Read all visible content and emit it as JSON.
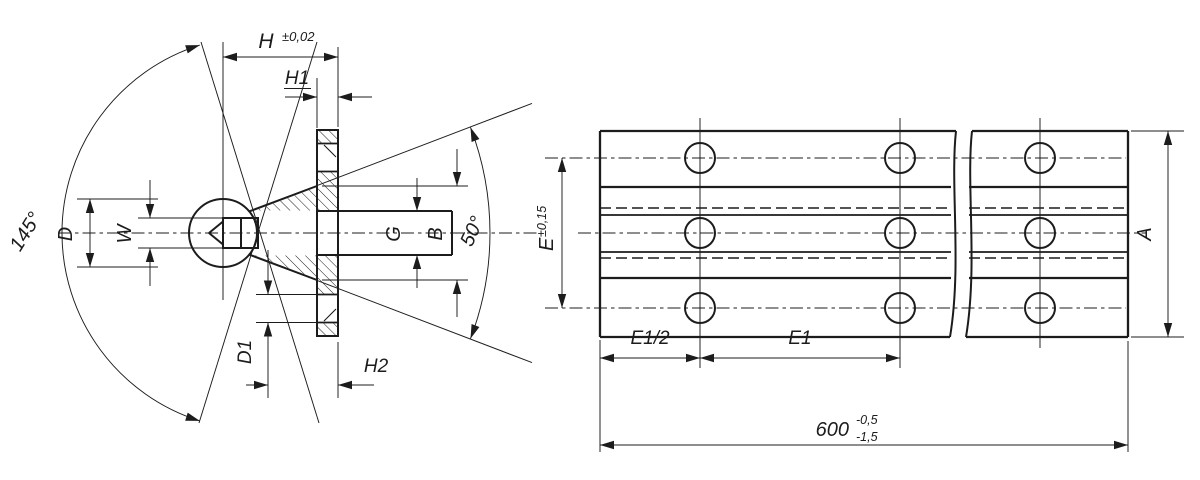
{
  "colors": {
    "ink": "#1c1c1c",
    "background": "#ffffff"
  },
  "left_view": {
    "labels": {
      "H": {
        "text": "H",
        "tolerance": "±0,02"
      },
      "H1": "H1",
      "angle_large": "145°",
      "D": "D",
      "W": "W",
      "G": "G",
      "B": "B",
      "angle_small": "50°",
      "D1": "D1",
      "H2": "H2"
    }
  },
  "right_view": {
    "labels": {
      "E": {
        "text": "E",
        "tolerance": "±0,15"
      },
      "E1_half": "E1/2",
      "E1": "E1",
      "A": "A",
      "length": {
        "value": "600",
        "tol_upper": "-0,5",
        "tol_lower": "-1,5"
      }
    }
  }
}
